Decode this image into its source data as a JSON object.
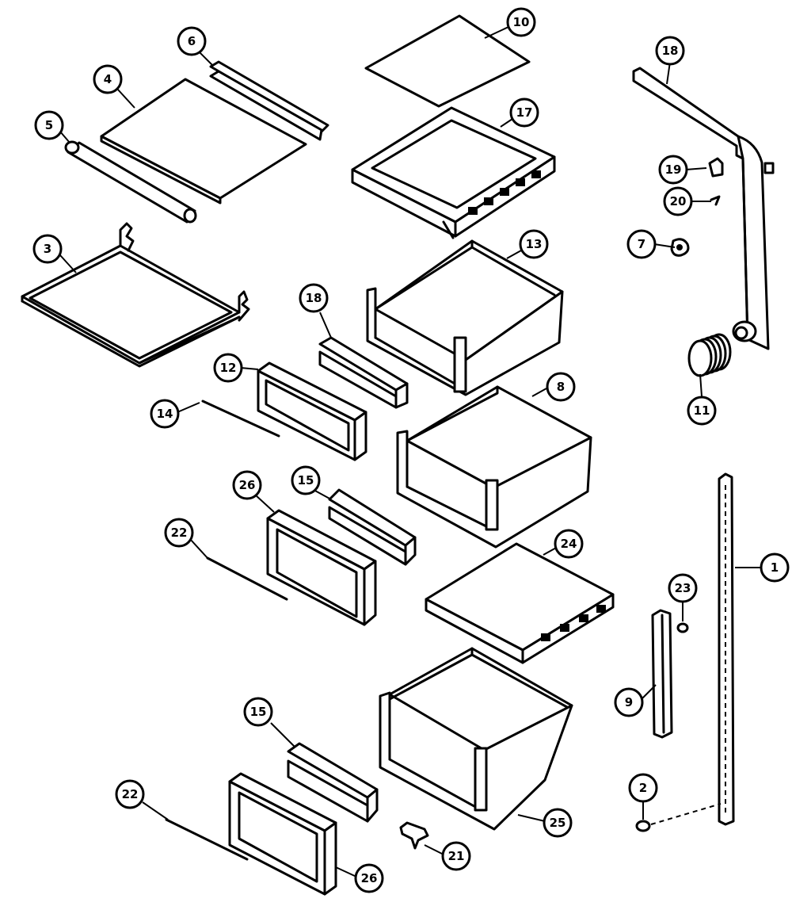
{
  "callouts": [
    {
      "id": "c10",
      "label": "10"
    },
    {
      "id": "c6",
      "label": "6"
    },
    {
      "id": "c4",
      "label": "4"
    },
    {
      "id": "c5",
      "label": "5"
    },
    {
      "id": "c17",
      "label": "17"
    },
    {
      "id": "c18a",
      "label": "18"
    },
    {
      "id": "c19",
      "label": "19"
    },
    {
      "id": "c20",
      "label": "20"
    },
    {
      "id": "c7",
      "label": "7"
    },
    {
      "id": "c3",
      "label": "3"
    },
    {
      "id": "c13",
      "label": "13"
    },
    {
      "id": "c18b",
      "label": "18"
    },
    {
      "id": "c12",
      "label": "12"
    },
    {
      "id": "c8",
      "label": "8"
    },
    {
      "id": "c14",
      "label": "14"
    },
    {
      "id": "c11",
      "label": "11"
    },
    {
      "id": "c26a",
      "label": "26"
    },
    {
      "id": "c15a",
      "label": "15"
    },
    {
      "id": "c22a",
      "label": "22"
    },
    {
      "id": "c24",
      "label": "24"
    },
    {
      "id": "c1",
      "label": "1"
    },
    {
      "id": "c23",
      "label": "23"
    },
    {
      "id": "c9",
      "label": "9"
    },
    {
      "id": "c15b",
      "label": "15"
    },
    {
      "id": "c2",
      "label": "2"
    },
    {
      "id": "c22b",
      "label": "22"
    },
    {
      "id": "c25",
      "label": "25"
    },
    {
      "id": "c21",
      "label": "21"
    },
    {
      "id": "c26b",
      "label": "26"
    }
  ]
}
